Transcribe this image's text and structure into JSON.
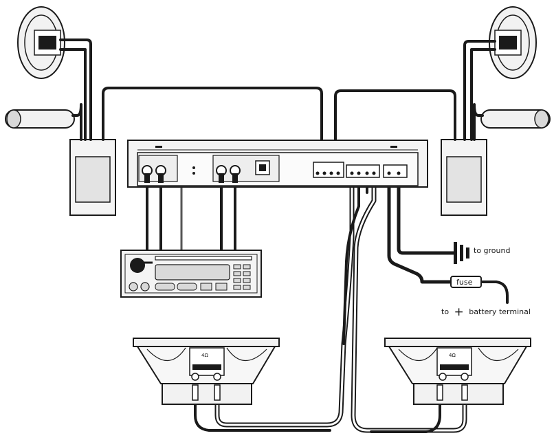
{
  "labels": {
    "ground": "to ground",
    "fuse": "fuse",
    "battery_prefix": "to",
    "battery_sign": "+",
    "battery_suffix": "battery terminal",
    "impedance": "4Ω"
  },
  "colors": {
    "stroke": "#1a1a1a",
    "panel": "#e6e6e6",
    "panel_dark": "#cfcfcf",
    "background": "#ffffff"
  },
  "icons": {
    "ground": "ground-symbol-icon",
    "fuse": "fuse-icon",
    "speaker": "speaker-icon",
    "tweeter": "tweeter-icon",
    "crossover": "crossover-icon",
    "head_unit": "head-unit-icon",
    "amplifier": "amplifier-icon",
    "subwoofer": "subwoofer-icon"
  }
}
